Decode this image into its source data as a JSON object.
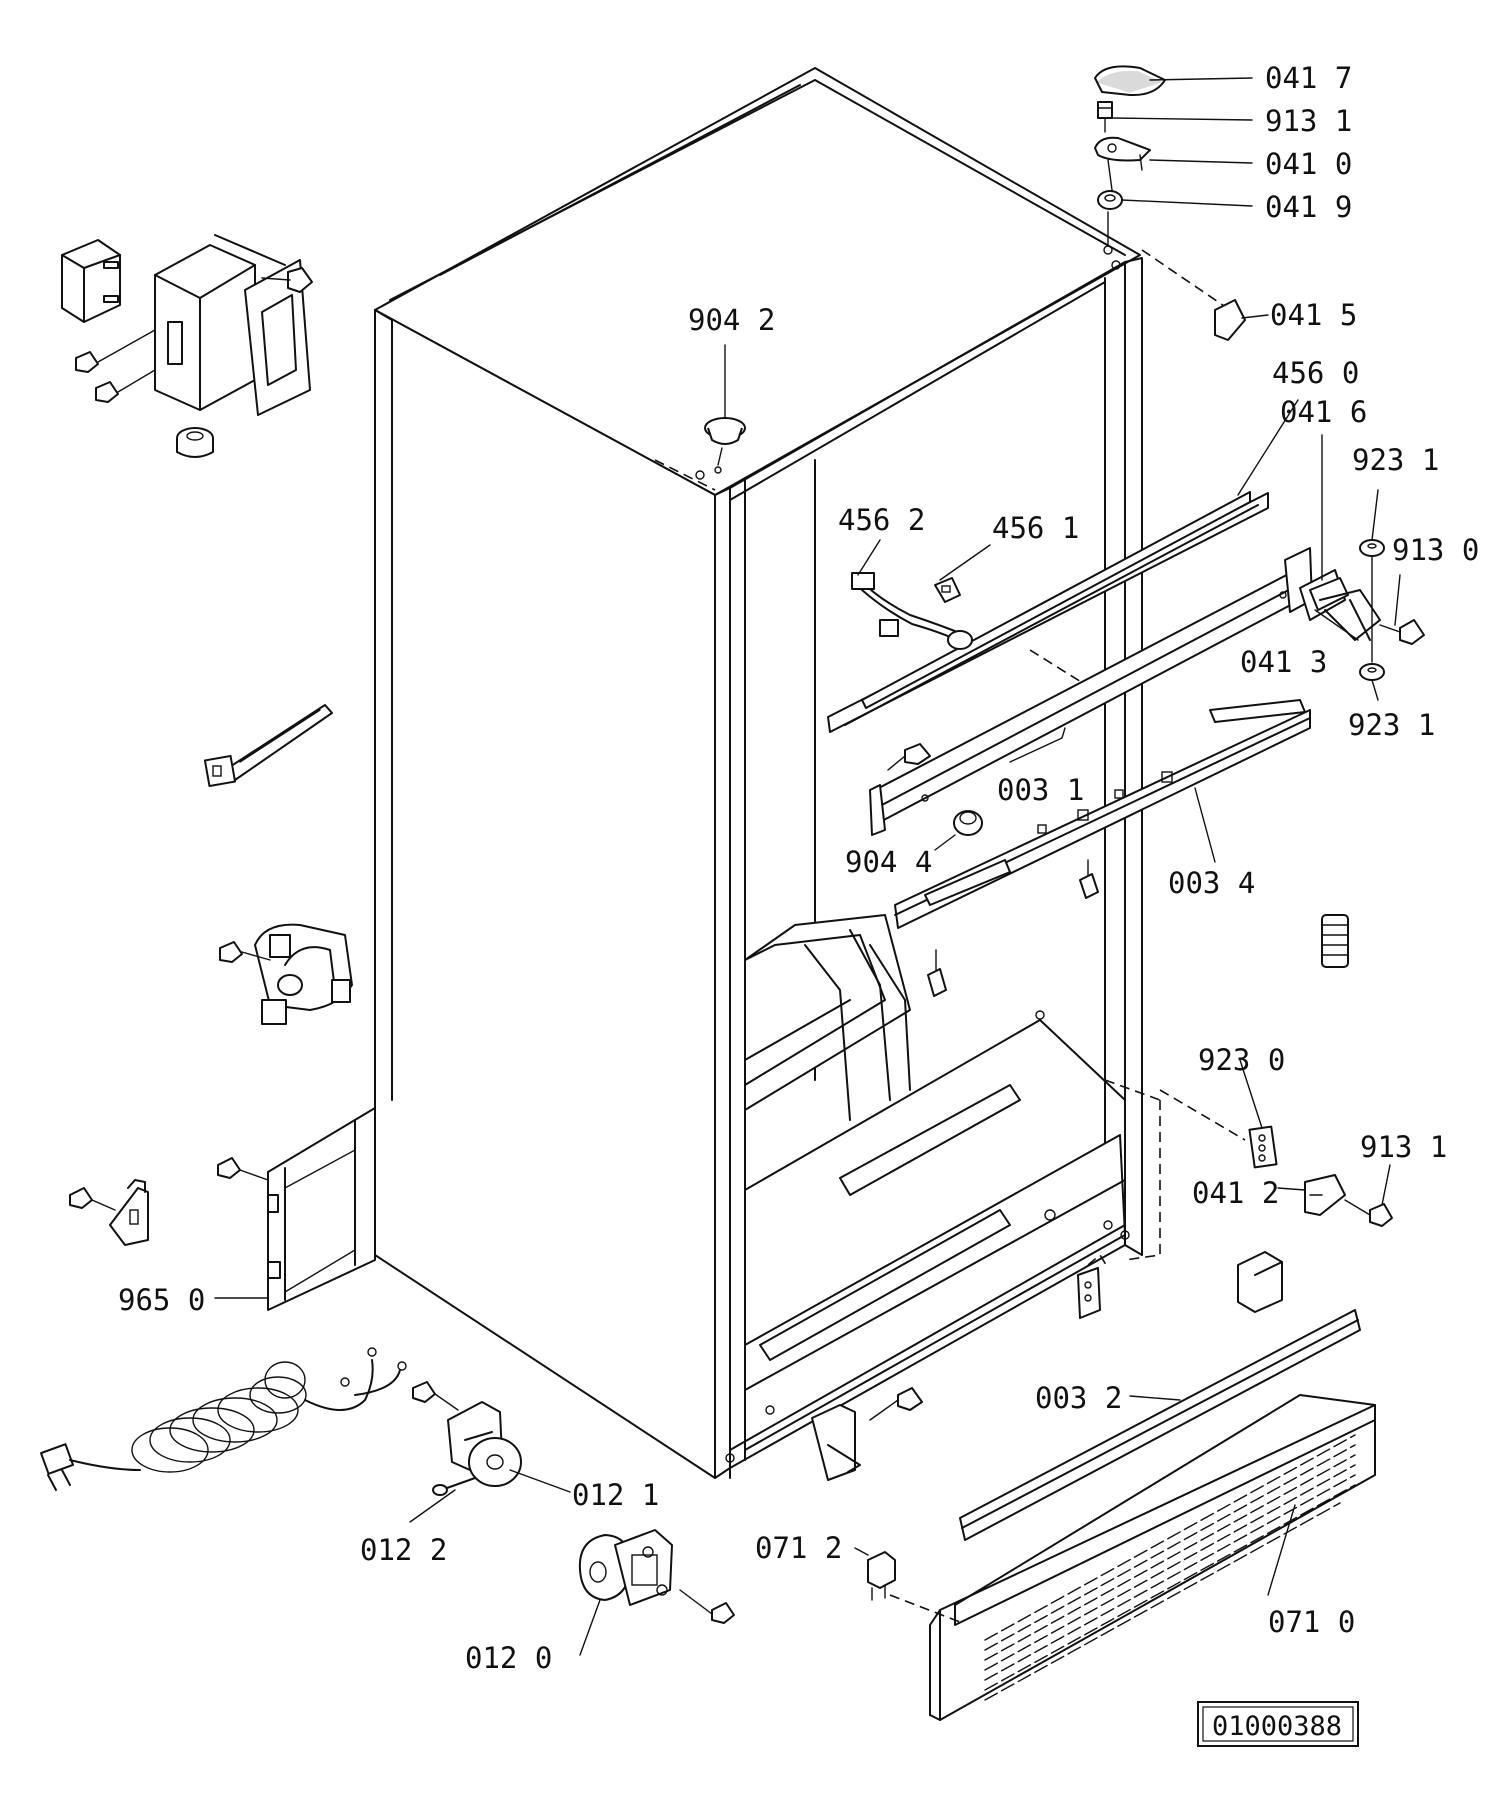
{
  "drawing_number": "01000388",
  "callouts": [
    {
      "id": "p0417",
      "text": "041 7"
    },
    {
      "id": "p9131a",
      "text": "913 1"
    },
    {
      "id": "p0410",
      "text": "041 0"
    },
    {
      "id": "p0419",
      "text": "041 9"
    },
    {
      "id": "p0415",
      "text": "041 5"
    },
    {
      "id": "p9042",
      "text": "904 2"
    },
    {
      "id": "p4560",
      "text": "456 0"
    },
    {
      "id": "p0416",
      "text": "041 6"
    },
    {
      "id": "p9231a",
      "text": "923 1"
    },
    {
      "id": "p9130",
      "text": "913 0"
    },
    {
      "id": "p4562",
      "text": "456 2"
    },
    {
      "id": "p4561",
      "text": "456 1"
    },
    {
      "id": "p0413",
      "text": "041 3"
    },
    {
      "id": "p9231b",
      "text": "923 1"
    },
    {
      "id": "p0031",
      "text": "003 1"
    },
    {
      "id": "p9044",
      "text": "904 4"
    },
    {
      "id": "p0034",
      "text": "003 4"
    },
    {
      "id": "p9230",
      "text": "923 0"
    },
    {
      "id": "p9131b",
      "text": "913 1"
    },
    {
      "id": "p0412",
      "text": "041 2"
    },
    {
      "id": "p9650",
      "text": "965 0"
    },
    {
      "id": "p0032",
      "text": "003 2"
    },
    {
      "id": "p0121",
      "text": "012 1"
    },
    {
      "id": "p0122",
      "text": "012 2"
    },
    {
      "id": "p0712",
      "text": "071 2"
    },
    {
      "id": "p0710",
      "text": "071 0"
    },
    {
      "id": "p0120",
      "text": "012 0"
    }
  ]
}
